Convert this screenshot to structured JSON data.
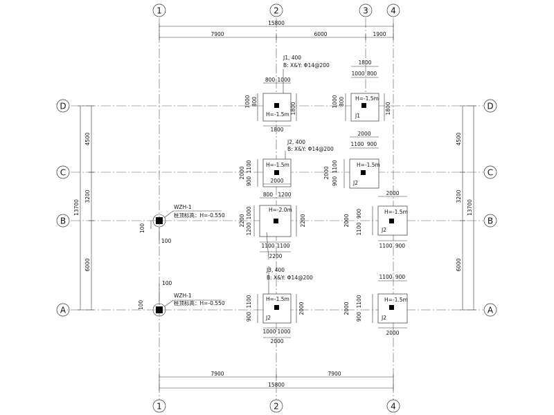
{
  "axes": {
    "vertical": [
      "1",
      "2",
      "3",
      "4"
    ],
    "horizontal": [
      "D",
      "C",
      "B",
      "A"
    ]
  },
  "dims": {
    "top_total": "15800",
    "top_segments": [
      "7900",
      "6000",
      "1900"
    ],
    "bottom_total": "15800",
    "bottom_segments": [
      "7900",
      "7900"
    ],
    "side_total": "13700",
    "side_segments": [
      "4500",
      "3200",
      "6000"
    ]
  },
  "pile_notes": {
    "wzh_label": "WZH-1",
    "wzh_top": "桩顶标高：H=-0.550",
    "offset": "100"
  },
  "callouts": {
    "j1_name": "J1, 400",
    "j1_rebar": "B: X&Y: Φ14@200",
    "j2_name": "J2, 400",
    "j2_rebar": "B: X&Y: Φ14@200",
    "j3_name": "J3, 400",
    "j3_rebar": "B: X&Y: Φ14@200"
  },
  "footings": {
    "d2_h": "H=-1.5m",
    "d3_h": "H=-1.5m",
    "d3_tag": "J1",
    "c2_h": "H=-1.5m",
    "c3_h": "H=-1.5m",
    "c3_tag": "J2",
    "b2_h": "H=-2.0m",
    "b4_h": "H=-1.5m",
    "b4_tag": "J2",
    "a2_h": "H=-1.5m",
    "a2_tag": "J2",
    "a4_h": "H=-1.5m",
    "a4_tag": "J2"
  },
  "fdims": {
    "d2_top": [
      "800",
      "1000"
    ],
    "d2_left": [
      "1000",
      "800"
    ],
    "d2_right": "1800",
    "d2_bottom": "1800",
    "d3_top1": "1800",
    "d3_top2": [
      "1000",
      "800"
    ],
    "d3_left": [
      "1000",
      "800"
    ],
    "d3_right": "1800",
    "c2_left": [
      "1100",
      "900"
    ],
    "c2_outer": "2000",
    "c2_bottom": "2000",
    "c3_top1": "2000",
    "c3_top2": [
      "1100",
      "900"
    ],
    "c3_left": [
      "1100",
      "900"
    ],
    "c3_outer": "2000",
    "b2_top": [
      "800",
      "1200"
    ],
    "b2_left": [
      "1000",
      "1200"
    ],
    "b2_outer": "2200",
    "b2_right": "2200",
    "b2_bottom1": [
      "1100",
      "1100"
    ],
    "b2_bottom2": "2200",
    "b4_top": "2000",
    "b4_left": [
      "900",
      "1100"
    ],
    "b4_outer": "2000",
    "b4_bottom": [
      "1100",
      "900"
    ],
    "a2_left": [
      "1100",
      "900"
    ],
    "a2_right": "2000",
    "a2_bottom1": [
      "1000",
      "1000"
    ],
    "a2_bottom2": "2000",
    "a4_top": [
      "1100",
      "900"
    ],
    "a4_left": [
      "1100",
      "900"
    ],
    "a4_outer": "2000",
    "a4_bottom": "2000"
  }
}
